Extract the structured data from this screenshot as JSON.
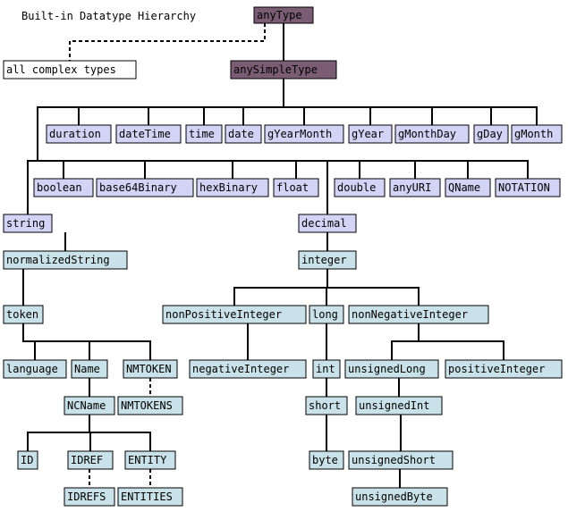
{
  "title": "Built-in Datatype Hierarchy",
  "colors": {
    "ur": "#7a5c74",
    "ur_text": "#ffffff",
    "primitive": "#d3d3f5",
    "derived": "#c9e1e8",
    "complex": "#ffffff",
    "line": "#000000"
  },
  "nodes": {
    "anyType": {
      "label": "anyType",
      "kind": "ur"
    },
    "allComplex": {
      "label": "all complex types",
      "kind": "complex"
    },
    "anySimpleType": {
      "label": "anySimpleType",
      "kind": "ur"
    },
    "duration": {
      "label": "duration",
      "kind": "primitive"
    },
    "dateTime": {
      "label": "dateTime",
      "kind": "primitive"
    },
    "time": {
      "label": "time",
      "kind": "primitive"
    },
    "date": {
      "label": "date",
      "kind": "primitive"
    },
    "gYearMonth": {
      "label": "gYearMonth",
      "kind": "primitive"
    },
    "gYear": {
      "label": "gYear",
      "kind": "primitive"
    },
    "gMonthDay": {
      "label": "gMonthDay",
      "kind": "primitive"
    },
    "gDay": {
      "label": "gDay",
      "kind": "primitive"
    },
    "gMonth": {
      "label": "gMonth",
      "kind": "primitive"
    },
    "boolean": {
      "label": "boolean",
      "kind": "primitive"
    },
    "base64Binary": {
      "label": "base64Binary",
      "kind": "primitive"
    },
    "hexBinary": {
      "label": "hexBinary",
      "kind": "primitive"
    },
    "float": {
      "label": "float",
      "kind": "primitive"
    },
    "double": {
      "label": "double",
      "kind": "primitive"
    },
    "anyURI": {
      "label": "anyURI",
      "kind": "primitive"
    },
    "QName": {
      "label": "QName",
      "kind": "primitive"
    },
    "NOTATION": {
      "label": "NOTATION",
      "kind": "primitive"
    },
    "string": {
      "label": "string",
      "kind": "primitive"
    },
    "decimal": {
      "label": "decimal",
      "kind": "primitive"
    },
    "normalizedString": {
      "label": "normalizedString",
      "kind": "derived"
    },
    "integer": {
      "label": "integer",
      "kind": "derived"
    },
    "token": {
      "label": "token",
      "kind": "derived"
    },
    "nonPositiveInteger": {
      "label": "nonPositiveInteger",
      "kind": "derived"
    },
    "long": {
      "label": "long",
      "kind": "derived"
    },
    "nonNegativeInteger": {
      "label": "nonNegativeInteger",
      "kind": "derived"
    },
    "language": {
      "label": "language",
      "kind": "derived"
    },
    "Name": {
      "label": "Name",
      "kind": "derived"
    },
    "NMTOKEN": {
      "label": "NMTOKEN",
      "kind": "derived"
    },
    "negativeInteger": {
      "label": "negativeInteger",
      "kind": "derived"
    },
    "int": {
      "label": "int",
      "kind": "derived"
    },
    "unsignedLong": {
      "label": "unsignedLong",
      "kind": "derived"
    },
    "positiveInteger": {
      "label": "positiveInteger",
      "kind": "derived"
    },
    "NCName": {
      "label": "NCName",
      "kind": "derived"
    },
    "NMTOKENS": {
      "label": "NMTOKENS",
      "kind": "derived"
    },
    "short": {
      "label": "short",
      "kind": "derived"
    },
    "unsignedInt": {
      "label": "unsignedInt",
      "kind": "derived"
    },
    "ID": {
      "label": "ID",
      "kind": "derived"
    },
    "IDREF": {
      "label": "IDREF",
      "kind": "derived"
    },
    "ENTITY": {
      "label": "ENTITY",
      "kind": "derived"
    },
    "byte": {
      "label": "byte",
      "kind": "derived"
    },
    "unsignedShort": {
      "label": "unsignedShort",
      "kind": "derived"
    },
    "IDREFS": {
      "label": "IDREFS",
      "kind": "derived"
    },
    "ENTITIES": {
      "label": "ENTITIES",
      "kind": "derived"
    },
    "unsignedByte": {
      "label": "unsignedByte",
      "kind": "derived"
    }
  },
  "edges": [
    {
      "from": "anyType",
      "to": "anySimpleType",
      "style": "restriction"
    },
    {
      "from": "anyType",
      "to": "allComplex",
      "style": "list"
    },
    {
      "from": "anySimpleType",
      "to": "duration",
      "style": "restriction"
    },
    {
      "from": "anySimpleType",
      "to": "dateTime",
      "style": "restriction"
    },
    {
      "from": "anySimpleType",
      "to": "time",
      "style": "restriction"
    },
    {
      "from": "anySimpleType",
      "to": "date",
      "style": "restriction"
    },
    {
      "from": "anySimpleType",
      "to": "gYearMonth",
      "style": "restriction"
    },
    {
      "from": "anySimpleType",
      "to": "gYear",
      "style": "restriction"
    },
    {
      "from": "anySimpleType",
      "to": "gMonthDay",
      "style": "restriction"
    },
    {
      "from": "anySimpleType",
      "to": "gDay",
      "style": "restriction"
    },
    {
      "from": "anySimpleType",
      "to": "gMonth",
      "style": "restriction"
    },
    {
      "from": "anySimpleType",
      "to": "boolean",
      "style": "restriction"
    },
    {
      "from": "anySimpleType",
      "to": "base64Binary",
      "style": "restriction"
    },
    {
      "from": "anySimpleType",
      "to": "hexBinary",
      "style": "restriction"
    },
    {
      "from": "anySimpleType",
      "to": "float",
      "style": "restriction"
    },
    {
      "from": "anySimpleType",
      "to": "double",
      "style": "restriction"
    },
    {
      "from": "anySimpleType",
      "to": "anyURI",
      "style": "restriction"
    },
    {
      "from": "anySimpleType",
      "to": "QName",
      "style": "restriction"
    },
    {
      "from": "anySimpleType",
      "to": "NOTATION",
      "style": "restriction"
    },
    {
      "from": "anySimpleType",
      "to": "string",
      "style": "restriction"
    },
    {
      "from": "anySimpleType",
      "to": "decimal",
      "style": "restriction"
    },
    {
      "from": "string",
      "to": "normalizedString",
      "style": "restriction"
    },
    {
      "from": "normalizedString",
      "to": "token",
      "style": "restriction"
    },
    {
      "from": "token",
      "to": "language",
      "style": "restriction"
    },
    {
      "from": "token",
      "to": "Name",
      "style": "restriction"
    },
    {
      "from": "token",
      "to": "NMTOKEN",
      "style": "restriction"
    },
    {
      "from": "Name",
      "to": "NCName",
      "style": "restriction"
    },
    {
      "from": "NMTOKEN",
      "to": "NMTOKENS",
      "style": "list"
    },
    {
      "from": "NCName",
      "to": "ID",
      "style": "restriction"
    },
    {
      "from": "NCName",
      "to": "IDREF",
      "style": "restriction"
    },
    {
      "from": "NCName",
      "to": "ENTITY",
      "style": "restriction"
    },
    {
      "from": "IDREF",
      "to": "IDREFS",
      "style": "list"
    },
    {
      "from": "ENTITY",
      "to": "ENTITIES",
      "style": "list"
    },
    {
      "from": "decimal",
      "to": "integer",
      "style": "restriction"
    },
    {
      "from": "integer",
      "to": "nonPositiveInteger",
      "style": "restriction"
    },
    {
      "from": "integer",
      "to": "long",
      "style": "restriction"
    },
    {
      "from": "integer",
      "to": "nonNegativeInteger",
      "style": "restriction"
    },
    {
      "from": "nonPositiveInteger",
      "to": "negativeInteger",
      "style": "restriction"
    },
    {
      "from": "long",
      "to": "int",
      "style": "restriction"
    },
    {
      "from": "int",
      "to": "short",
      "style": "restriction"
    },
    {
      "from": "short",
      "to": "byte",
      "style": "restriction"
    },
    {
      "from": "nonNegativeInteger",
      "to": "unsignedLong",
      "style": "restriction"
    },
    {
      "from": "nonNegativeInteger",
      "to": "positiveInteger",
      "style": "restriction"
    },
    {
      "from": "unsignedLong",
      "to": "unsignedInt",
      "style": "restriction"
    },
    {
      "from": "unsignedInt",
      "to": "unsignedShort",
      "style": "restriction"
    },
    {
      "from": "unsignedShort",
      "to": "unsignedByte",
      "style": "restriction"
    }
  ]
}
